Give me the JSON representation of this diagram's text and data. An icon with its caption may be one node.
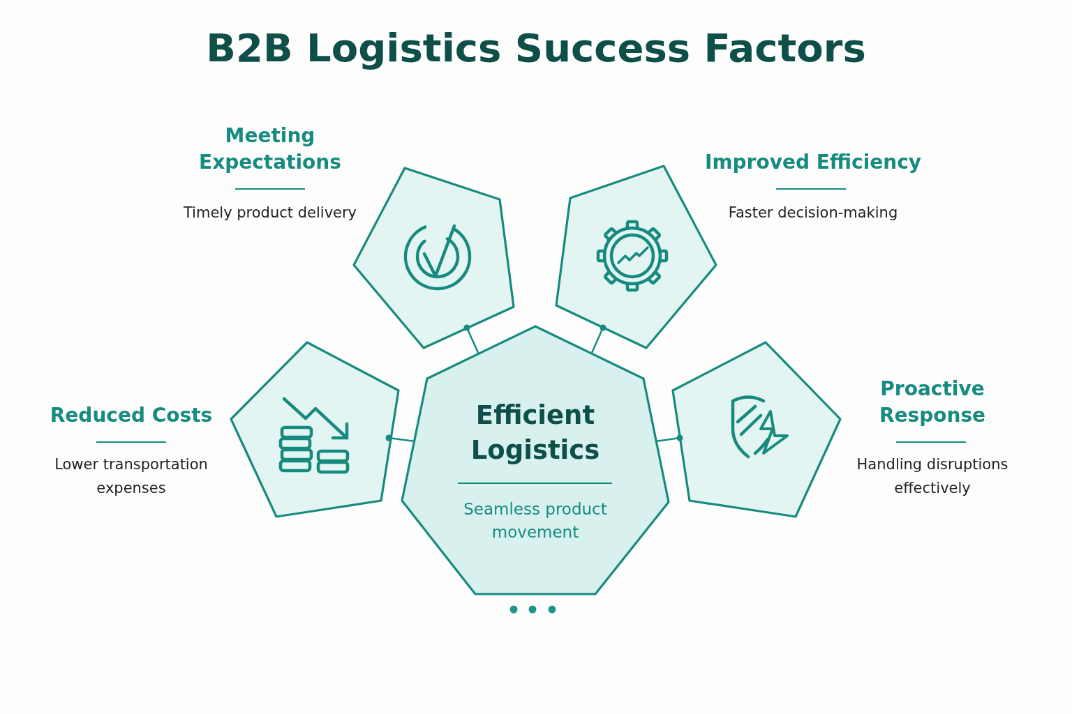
{
  "diagram": {
    "title": "B2B Logistics Success Factors",
    "nodes": [
      {
        "text": [
          "Meeting Expectations",
          "Timely product delivery"
        ]
      },
      {
        "text": [
          "Improved Efficiency",
          "Faster decision-making"
        ]
      },
      {
        "text": [
          "Reduced Costs",
          "Lower transportation expenses"
        ]
      },
      {
        "text": [
          "Efficient Logistics",
          "Seamless product movement"
        ]
      },
      {
        "text": [
          "Proactive Response",
          "Handling disruptions effectively"
        ]
      }
    ],
    "edges": [
      {
        "from": 0,
        "to": 3,
        "arrow": "other"
      },
      {
        "from": 1,
        "to": 3,
        "arrow": "other"
      },
      {
        "from": 2,
        "to": 3,
        "arrow": "other"
      },
      {
        "from": 4,
        "to": 3,
        "arrow": "other"
      }
    ]
  }
}
